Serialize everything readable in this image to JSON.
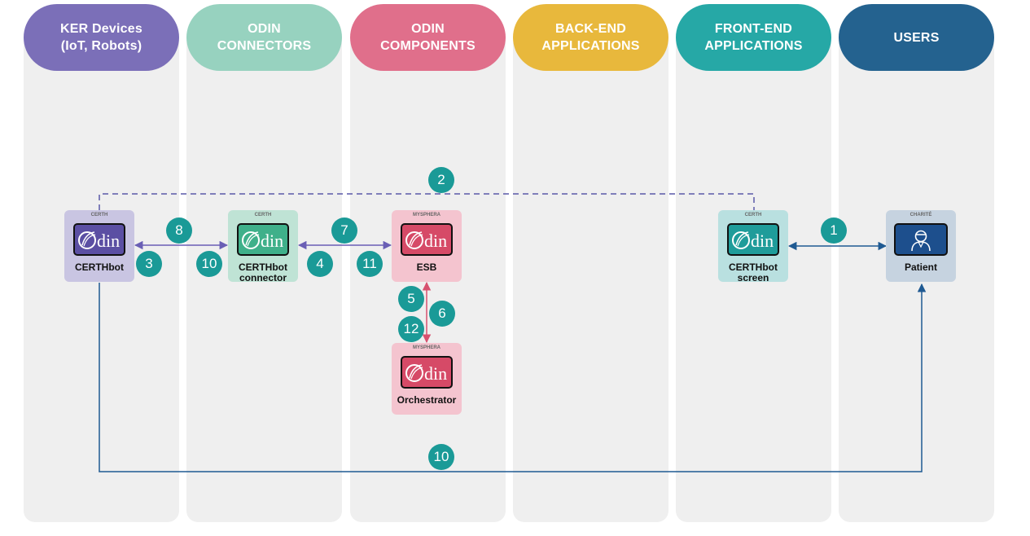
{
  "lanes": [
    {
      "label": "KER Devices\n(IoT, Robots)",
      "color": "#7b6fb8"
    },
    {
      "label": "ODIN\nCONNECTORS",
      "color": "#97d2bf"
    },
    {
      "label": "ODIN\nCOMPONENTS",
      "color": "#e06f8b"
    },
    {
      "label": "BACK-END\nAPPLICATIONS",
      "color": "#e8b83c"
    },
    {
      "label": "FRONT-END\nAPPLICATIONS",
      "color": "#26a8a6"
    },
    {
      "label": "USERS",
      "color": "#24628f"
    }
  ],
  "nodes": {
    "certhbot": {
      "label": "CERTHbot",
      "small": "CERTH",
      "bg": "#c9c5e2",
      "logo_bg": "#5b4fa3"
    },
    "connector": {
      "label": "CERTHbot\nconnector",
      "small": "CERTH",
      "bg": "#bfe3d5",
      "logo_bg": "#3fb08a"
    },
    "esb": {
      "label": "ESB",
      "small": "MYSPHERA",
      "bg": "#f4c4cf",
      "logo_bg": "#d64a67"
    },
    "orchestrator": {
      "label": "Orchestrator",
      "small": "MYSPHERA",
      "bg": "#f4c4cf",
      "logo_bg": "#d64a67"
    },
    "screen": {
      "label": "CERTHbot\nscreen",
      "small": "CERTH",
      "bg": "#b9e0e0",
      "logo_bg": "#1f9c9a"
    },
    "patient": {
      "label": "Patient",
      "small": "CHARITÉ",
      "bg": "#c6d3e0",
      "icon_bg": "#1d4f8d"
    }
  },
  "logo_text": "din",
  "badges": [
    "8",
    "3",
    "10",
    "7",
    "4",
    "11",
    "5",
    "6",
    "12",
    "2",
    "1",
    "10"
  ],
  "colors": {
    "lane_bg": "#efefef",
    "badge": "#1a9a97",
    "arrow_purple": "#6a5fb5",
    "arrow_pink": "#d7506f",
    "arrow_blue": "#1f5a92",
    "dashed": "#5a58a8"
  }
}
